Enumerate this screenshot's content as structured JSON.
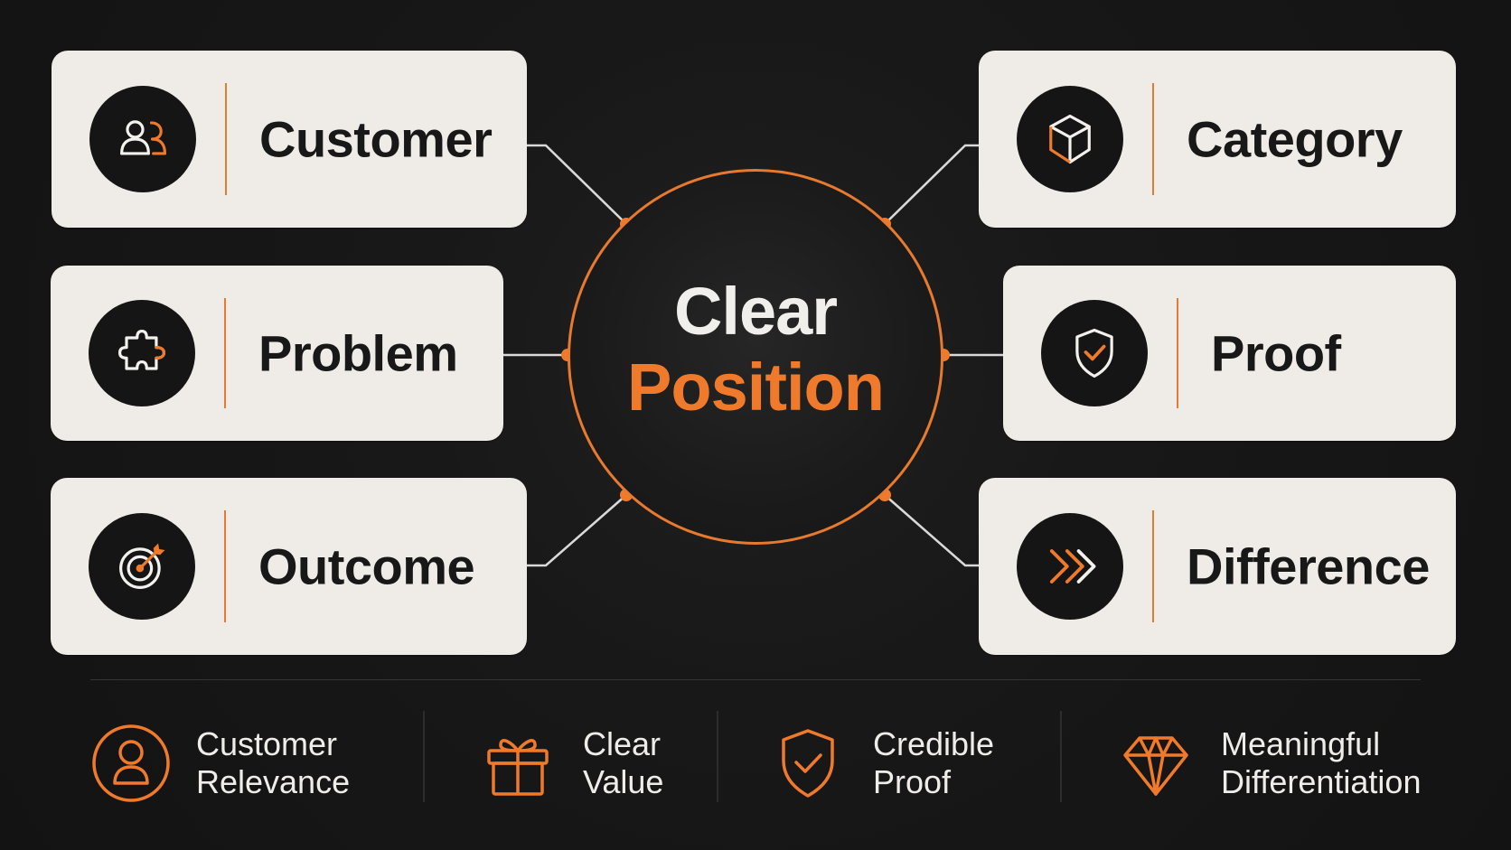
{
  "center": {
    "line1": "Clear",
    "line2": "Position"
  },
  "cards": [
    {
      "label": "Customer",
      "icon": "users-icon"
    },
    {
      "label": "Problem",
      "icon": "puzzle-icon"
    },
    {
      "label": "Outcome",
      "icon": "target-icon"
    },
    {
      "label": "Category",
      "icon": "cube-icon"
    },
    {
      "label": "Proof",
      "icon": "shield-check-icon"
    },
    {
      "label": "Difference",
      "icon": "chevrons-right-icon"
    }
  ],
  "footer": [
    {
      "line1": "Customer",
      "line2": "Relevance",
      "icon": "person-icon"
    },
    {
      "line1": "Clear",
      "line2": "Value",
      "icon": "gift-icon"
    },
    {
      "line1": "Credible",
      "line2": "Proof",
      "icon": "shield-check-icon"
    },
    {
      "line1": "Meaningful",
      "line2": "Differentiation",
      "icon": "diamond-icon"
    }
  ],
  "colors": {
    "background": "#141414",
    "card": "#efece7",
    "accent": "#f07a2c",
    "dark_text": "#181818",
    "light_text": "#f1efeb"
  }
}
